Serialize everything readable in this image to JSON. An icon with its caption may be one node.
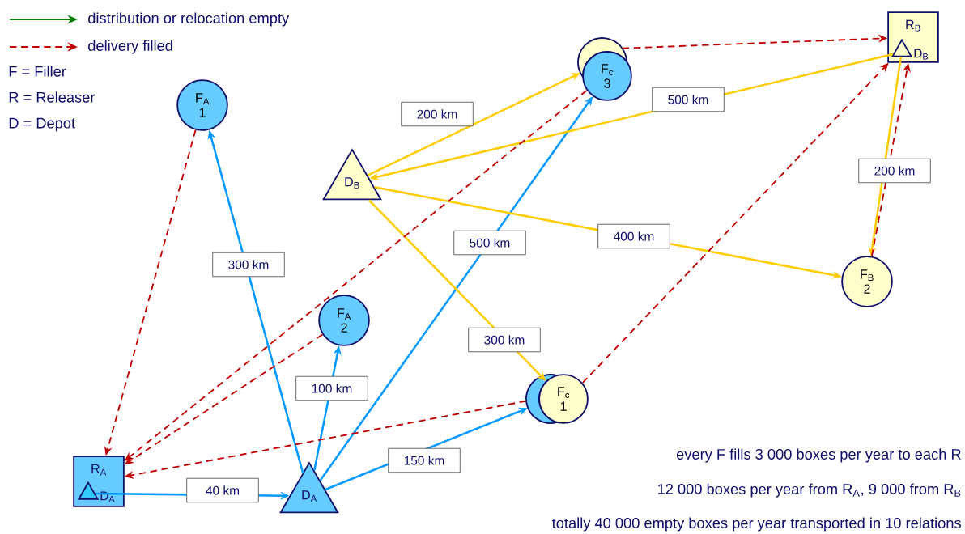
{
  "diagram": {
    "nodes": [
      {
        "text": [
          "R$_{A}$"
        ]
      },
      {
        "text": [],
        "shape": "triangle",
        "in": 0,
        "beside": [
          "D$_{A}$"
        ]
      },
      {
        "text": [
          "F$_{A}$",
          "1"
        ]
      },
      {
        "text": [
          "D$_{B}$"
        ]
      },
      {
        "text": [],
        "shape": "circle"
      },
      {
        "text": [
          "F$_{c}$",
          "3"
        ]
      },
      {
        "text": [
          "R$_{B}$"
        ]
      },
      {
        "text": [],
        "shape": "triangle",
        "in": 6,
        "beside": [
          "D$_{B}$"
        ]
      },
      {
        "text": [
          "F$_{A}$",
          "2"
        ]
      },
      {
        "text": [
          "F$_{B}$",
          "2"
        ]
      },
      {
        "text": [],
        "shape": "circle"
      },
      {
        "text": [
          "F$_{c}$",
          "1"
        ]
      },
      {
        "text": [
          "D$_{A}$"
        ]
      }
    ],
    "edges": [
      {
        "from": 1,
        "to": 12,
        "arrow": "to",
        "label": "40 km",
        "color": "#0099ff"
      },
      {
        "from": 12,
        "to": 2,
        "arrow": "to",
        "label": "300 km",
        "color": "#0099ff"
      },
      {
        "from": 12,
        "to": 8,
        "arrow": "to",
        "label": "100 km",
        "color": "#0099ff"
      },
      {
        "from": 12,
        "to": 5,
        "arrow": "to",
        "label": "500 km",
        "color": "#0099ff"
      },
      {
        "from": 12,
        "to": 10,
        "arrow": "to",
        "label": "150 km",
        "color": "#0099ff"
      },
      {
        "from": 3,
        "to": 4,
        "arrow": "to",
        "label": "200 km",
        "color": "#ffcc00"
      },
      {
        "from": 7,
        "to": 3,
        "arrow": "to",
        "label": "500 km",
        "color": "#ffcc00"
      },
      {
        "from": 3,
        "to": 11,
        "arrow": "to",
        "label": "300 km",
        "color": "#ffcc00"
      },
      {
        "from": 3,
        "to": 9,
        "arrow": "to",
        "label": "400 km",
        "color": "#ffcc00"
      },
      {
        "from": 7,
        "to": 9,
        "arrow": "to",
        "label": "200 km",
        "color": "#ffcc00"
      },
      {
        "from": 2,
        "to": 0,
        "arrow": "to",
        "style": "dashed",
        "color": "#c00000"
      },
      {
        "from": 5,
        "to": 0,
        "arrow": "to",
        "style": "dashed",
        "color": "#c00000"
      },
      {
        "from": 8,
        "to": 0,
        "arrow": "to",
        "style": "dashed",
        "color": "#c00000"
      },
      {
        "from": 10,
        "to": 0,
        "arrow": "to",
        "style": "dashed",
        "color": "#c00000"
      },
      {
        "from": 4,
        "to": 6,
        "arrow": "to",
        "style": "dashed",
        "color": "#c00000"
      },
      {
        "from": 11,
        "to": 6,
        "arrow": "to",
        "style": "dashed",
        "color": "#c00000"
      },
      {
        "from": 9,
        "to": 6,
        "arrow": "to",
        "style": "dashed",
        "color": "#c00000"
      }
    ],
    "labels": [
      "F = Filler",
      "R = Releaser",
      "D = Depot",
      "every F fills 3 000 boxes per year to each R",
      "12 000 boxes per year from R$_{A}$, 9 000 from R$_{B}$",
      "totally 40 000 empty boxes per year transported in 10 relations"
    ],
    "legend": [
      {
        "text": "distribution or relocation empty"
      },
      {
        "text": "delivery filled"
      }
    ]
  }
}
